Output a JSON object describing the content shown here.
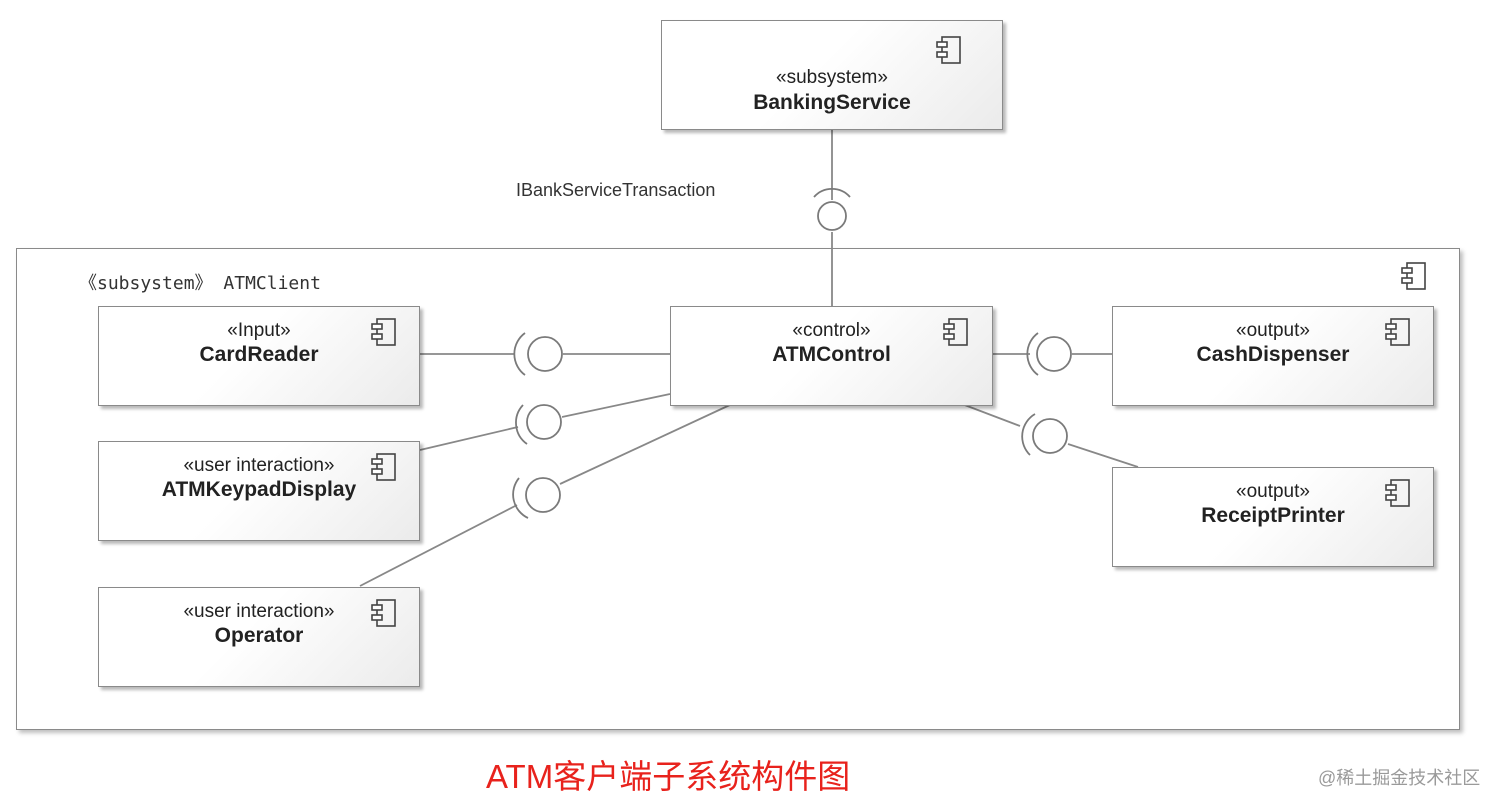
{
  "banking": {
    "stereotype": "«subsystem»",
    "name": "BankingService"
  },
  "interface_label": "IBankServiceTransaction",
  "container": {
    "stereotype": "《subsystem》",
    "name": "ATMClient"
  },
  "components": {
    "card_reader": {
      "stereotype": "«Input»",
      "name": "CardReader"
    },
    "keypad": {
      "stereotype": "«user interaction»",
      "name": "ATMKeypadDisplay"
    },
    "operator": {
      "stereotype": "«user interaction»",
      "name": "Operator"
    },
    "control": {
      "stereotype": "«control»",
      "name": "ATMControl"
    },
    "cash": {
      "stereotype": "«output»",
      "name": "CashDispenser"
    },
    "printer": {
      "stereotype": "«output»",
      "name": "ReceiptPrinter"
    }
  },
  "caption": "ATM客户端子系统构件图",
  "watermark": "@稀土掘金技术社区",
  "colors": {
    "caption": "#e8221c",
    "border": "#8a8a8a",
    "line": "#888888"
  },
  "icons": {
    "component": "component-icon"
  }
}
